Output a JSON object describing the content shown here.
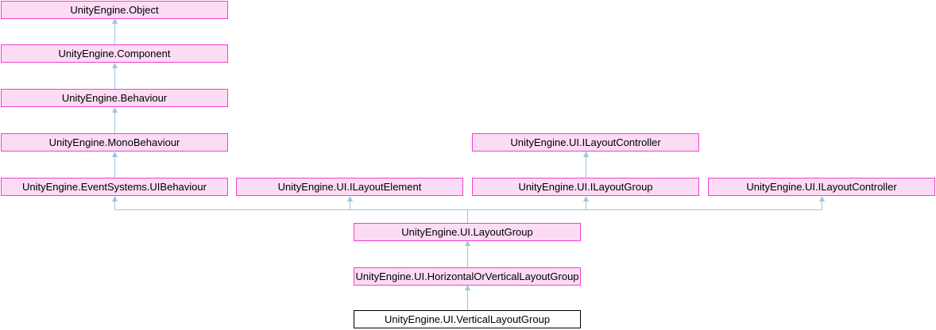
{
  "diagram": {
    "type": "class-inheritance-graph",
    "colors": {
      "background": "#ffffff",
      "node_fill": "#fcdcf4",
      "node_border": "#f23fd0",
      "current_node_fill": "#ffffff",
      "current_node_border": "#000000",
      "edge": "#9cc6e0",
      "text": "#000000"
    },
    "nodes": [
      {
        "label": "UnityEngine.Object"
      },
      {
        "label": "UnityEngine.Component"
      },
      {
        "label": "UnityEngine.Behaviour"
      },
      {
        "label": "UnityEngine.MonoBehaviour"
      },
      {
        "label": "UnityEngine.EventSystems.UIBehaviour"
      },
      {
        "label": "UnityEngine.UI.ILayoutElement"
      },
      {
        "label": "UnityEngine.UI.ILayoutController"
      },
      {
        "label": "UnityEngine.UI.ILayoutGroup"
      },
      {
        "label": "UnityEngine.UI.ILayoutController"
      },
      {
        "label": "UnityEngine.UI.LayoutGroup"
      },
      {
        "label": "UnityEngine.UI.HorizontalOrVerticalLayoutGroup"
      },
      {
        "label": "UnityEngine.UI.VerticalLayoutGroup",
        "current": true
      }
    ],
    "edges": [
      {
        "child": "UnityEngine.Component",
        "parent": "UnityEngine.Object"
      },
      {
        "child": "UnityEngine.Behaviour",
        "parent": "UnityEngine.Component"
      },
      {
        "child": "UnityEngine.MonoBehaviour",
        "parent": "UnityEngine.Behaviour"
      },
      {
        "child": "UnityEngine.EventSystems.UIBehaviour",
        "parent": "UnityEngine.MonoBehaviour"
      },
      {
        "child": "UnityEngine.UI.ILayoutGroup",
        "parent": "UnityEngine.UI.ILayoutController"
      },
      {
        "child": "UnityEngine.UI.LayoutGroup",
        "parent": "UnityEngine.EventSystems.UIBehaviour"
      },
      {
        "child": "UnityEngine.UI.LayoutGroup",
        "parent": "UnityEngine.UI.ILayoutElement"
      },
      {
        "child": "UnityEngine.UI.LayoutGroup",
        "parent": "UnityEngine.UI.ILayoutGroup"
      },
      {
        "child": "UnityEngine.UI.LayoutGroup",
        "parent": "UnityEngine.UI.ILayoutController"
      },
      {
        "child": "UnityEngine.UI.HorizontalOrVerticalLayoutGroup",
        "parent": "UnityEngine.UI.LayoutGroup"
      },
      {
        "child": "UnityEngine.UI.VerticalLayoutGroup",
        "parent": "UnityEngine.UI.HorizontalOrVerticalLayoutGroup"
      }
    ]
  }
}
